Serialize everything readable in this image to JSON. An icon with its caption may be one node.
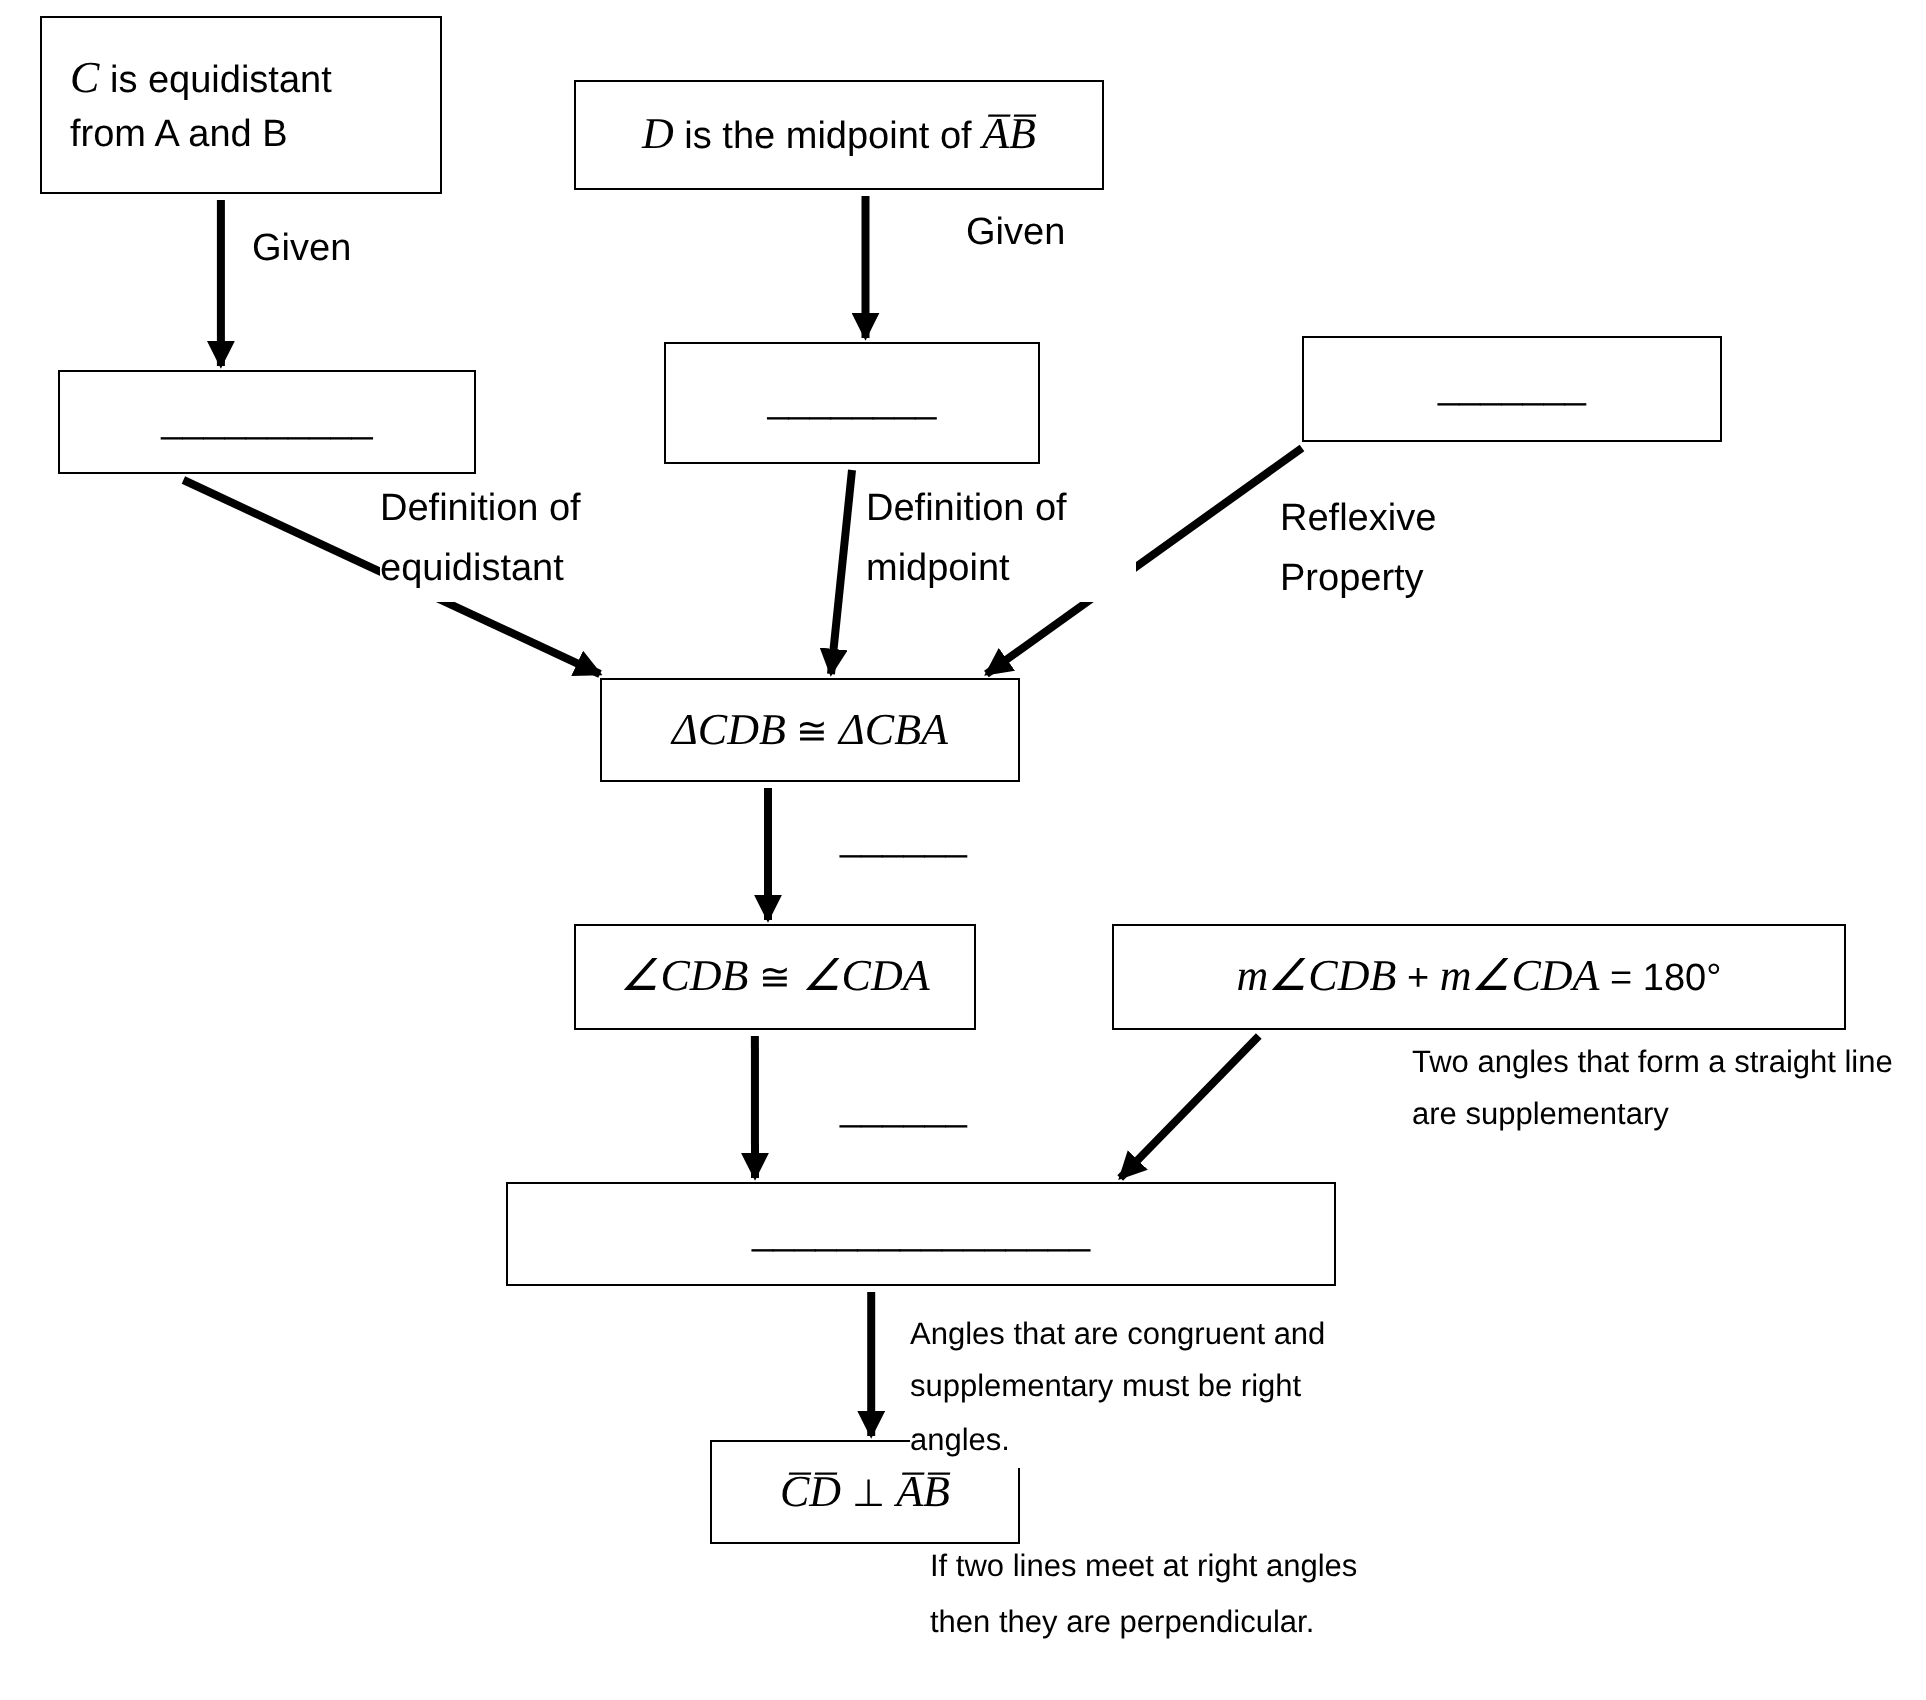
{
  "diagram": {
    "nodes": [
      {
        "text": [
          "*C* is equidistant from A and B"
        ]
      },
      {
        "text": [
          "__________"
        ]
      },
      {
        "text": [
          "*D* is the midpoint of *A̅B̅*"
        ]
      },
      {
        "text": [
          "________"
        ]
      },
      {
        "text": [
          "_______"
        ]
      },
      {
        "text": [
          "*ΔCDB* ≅ *ΔCBA*"
        ]
      },
      {
        "text": [
          "*∠CDB* ≅ *∠CDA*"
        ]
      },
      {
        "text": [
          "*m∠CDB* + *m∠CDA* = 180°"
        ]
      },
      {
        "text": [
          "________________"
        ]
      },
      {
        "text": [
          "*C̅D̅* ⊥ *A̅B̅*"
        ],
        "beside": [
          "If two lines meet at right angles then they are perpendicular."
        ]
      }
    ],
    "edges": [
      {
        "from": 0,
        "to": 1,
        "arrow": "to",
        "label": "Given"
      },
      {
        "from": 2,
        "to": 3,
        "arrow": "to",
        "label": "Given"
      },
      {
        "from": 1,
        "to": 5,
        "arrow": "to",
        "label": "Definition of equidistant"
      },
      {
        "from": 3,
        "to": 5,
        "arrow": "to",
        "label": "Definition of midpoint"
      },
      {
        "from": 4,
        "to": 5,
        "arrow": "to",
        "label": "Reflexive Property"
      },
      {
        "from": 5,
        "to": 6,
        "arrow": "to",
        "label": "______"
      },
      {
        "from": 6,
        "to": 8,
        "arrow": "to",
        "label": "______"
      },
      {
        "from": 7,
        "to": 8,
        "arrow": "to",
        "label": "Two angles that form a straight line are supplementary"
      },
      {
        "from": 8,
        "to": 9,
        "arrow": "to",
        "label": "Angles that are congruent and supplementary must be right angles."
      }
    ]
  }
}
